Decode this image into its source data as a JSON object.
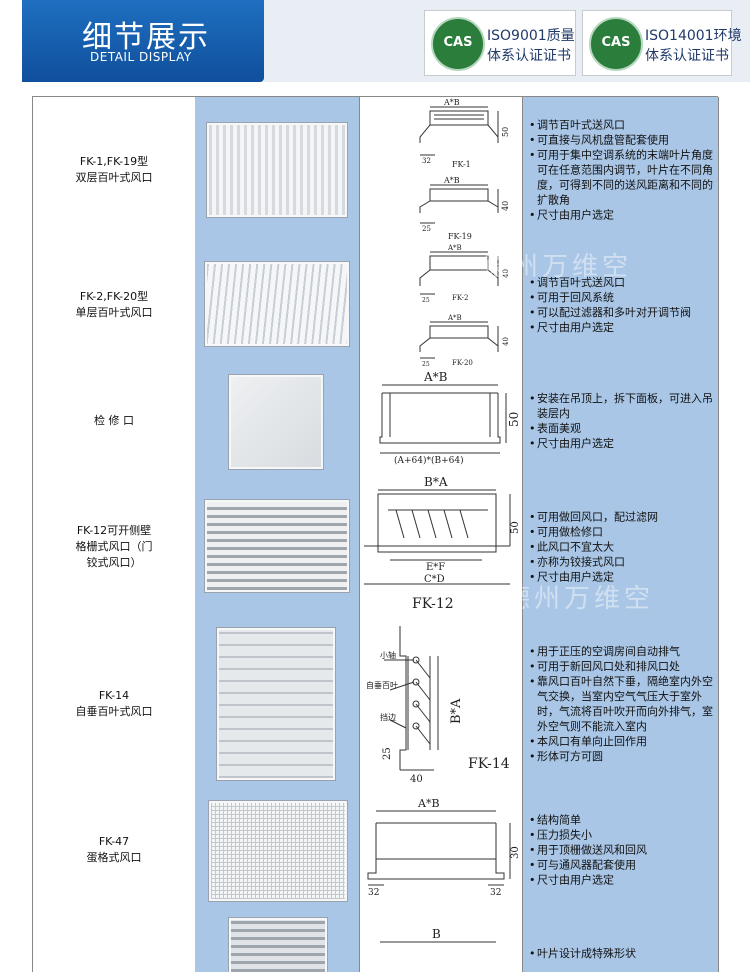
{
  "header": {
    "title": "细节展示",
    "subtitle": "DETAIL DISPLAY",
    "certs": [
      {
        "logo": "CAS",
        "line1": "ISO9001质量",
        "line2": "体系认证证书"
      },
      {
        "logo": "CAS",
        "line1": "ISO14001环境",
        "line2": "体系认证证书"
      }
    ]
  },
  "watermark": "德州万维空",
  "rows": [
    {
      "name": "FK-1,FK-19型\n双层百叶式风口",
      "drawing": {
        "labels": [
          "A*B",
          "50",
          "32",
          "FK-1",
          "A*B",
          "40",
          "25",
          "FK-19"
        ]
      },
      "desc": [
        "调节百叶式送风口",
        "可直接与风机盘管配套使用",
        "可用于集中空调系统的末端叶片角度可在任意范围内调节，叶片在不同角度，可得到不同的送风距离和不同的扩散角",
        "尺寸由用户选定"
      ]
    },
    {
      "name": "FK-2,FK-20型\n单层百叶式风口",
      "drawing": {
        "labels": [
          "A*B",
          "40",
          "25",
          "FK-2",
          "A*B",
          "40",
          "25",
          "FK-20"
        ]
      },
      "desc": [
        "调节百叶式送风口",
        "可用于回风系统",
        "可以配过滤器和多叶对开调节阀",
        "尺寸由用户选定"
      ]
    },
    {
      "name": "检 修 口",
      "drawing": {
        "labels": [
          "A*B",
          "50",
          "(A+64)*(B+64)"
        ]
      },
      "desc": [
        "安装在吊顶上，拆下面板，可进入吊装层内",
        "表面美观",
        "尺寸由用户选定"
      ]
    },
    {
      "name": "FK-12可开侧壁\n格栅式风口（门\n铰式风口）",
      "drawing": {
        "labels": [
          "B*A",
          "50",
          "E*F",
          "C*D",
          "FK-12"
        ]
      },
      "desc": [
        "可用做回风口，配过滤网",
        "可用做检修口",
        "此风口不宜太大",
        "亦称为铰接式风口",
        "尺寸由用户选定"
      ]
    },
    {
      "name": "FK-14\n自垂百叶式风口",
      "drawing": {
        "labels": [
          "小轴",
          "自垂百叶",
          "挡边",
          "B*A",
          "25",
          "40",
          "FK-14"
        ]
      },
      "desc": [
        "用于正压的空调房间自动排气",
        "可用于新回风口处和排风口处",
        "靠风口百叶自然下垂，隔绝室内外空气交换，当室内空气气压大于室外时，气流将百叶吹开而向外排气，室外空气则不能流入室内",
        "本风口有单向止回作用",
        "形体可方可圆"
      ]
    },
    {
      "name": "FK-47\n蛋格式风口",
      "drawing": {
        "labels": [
          "A*B",
          "30",
          "32",
          "32"
        ]
      },
      "desc": [
        "结构简单",
        "压力损失小",
        "用于顶栅做送风和回风",
        "可与通风器配套使用",
        "尺寸由用户选定"
      ]
    },
    {
      "name": "",
      "drawing": {
        "labels": [
          "B"
        ]
      },
      "desc": [
        "叶片设计成特殊形状"
      ]
    }
  ]
}
